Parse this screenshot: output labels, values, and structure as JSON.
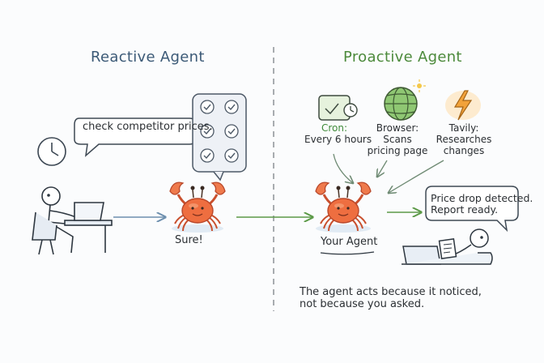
{
  "left": {
    "title": "Reactive Agent",
    "bubble": "check competitor prices.",
    "reply": "Sure!"
  },
  "right": {
    "title": "Proactive Agent",
    "cron": {
      "name": "Cron:",
      "detail": "Every 6 hours"
    },
    "browser": {
      "name": "Browser:",
      "detail1": "Scans",
      "detail2": "pricing page"
    },
    "tavily": {
      "name": "Tavily:",
      "detail1": "Researches",
      "detail2": "changes"
    },
    "agent_label": "Your Agent",
    "alert": {
      "line1": "Price drop detected.",
      "line2": "Report ready."
    },
    "caption": {
      "line1": "The agent acts because it noticed,",
      "line2": "not because you asked."
    }
  },
  "colors": {
    "crab": "#e8673e",
    "reactive_title": "#3c5a77",
    "proactive_title": "#4c8a3b",
    "arrow_left": "#6d8fae",
    "arrow_right": "#5c9a48"
  }
}
